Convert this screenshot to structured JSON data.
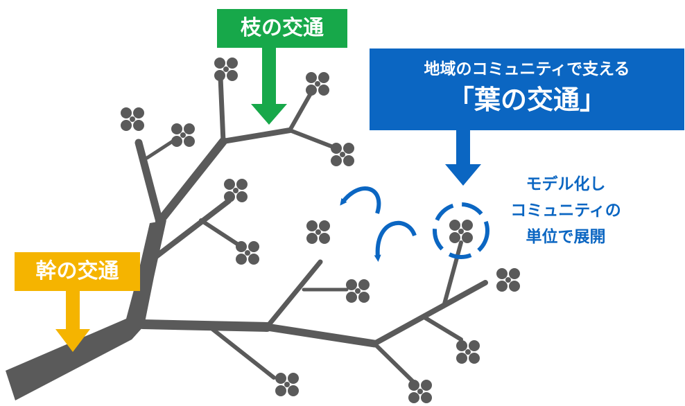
{
  "labels": {
    "branch_traffic": "枝の交通",
    "trunk_traffic": "幹の交通",
    "leaf_subtitle": "地域のコミュニティで支える",
    "leaf_traffic": "「葉の交通」",
    "model_note": [
      "モデル化し",
      "コミュニティの",
      "単位で展開"
    ]
  },
  "colors": {
    "tree": "#5a5a5a",
    "branch_green": "#17a84a",
    "trunk_yellow": "#f5b400",
    "leaf_blue": "#0b66c2"
  }
}
